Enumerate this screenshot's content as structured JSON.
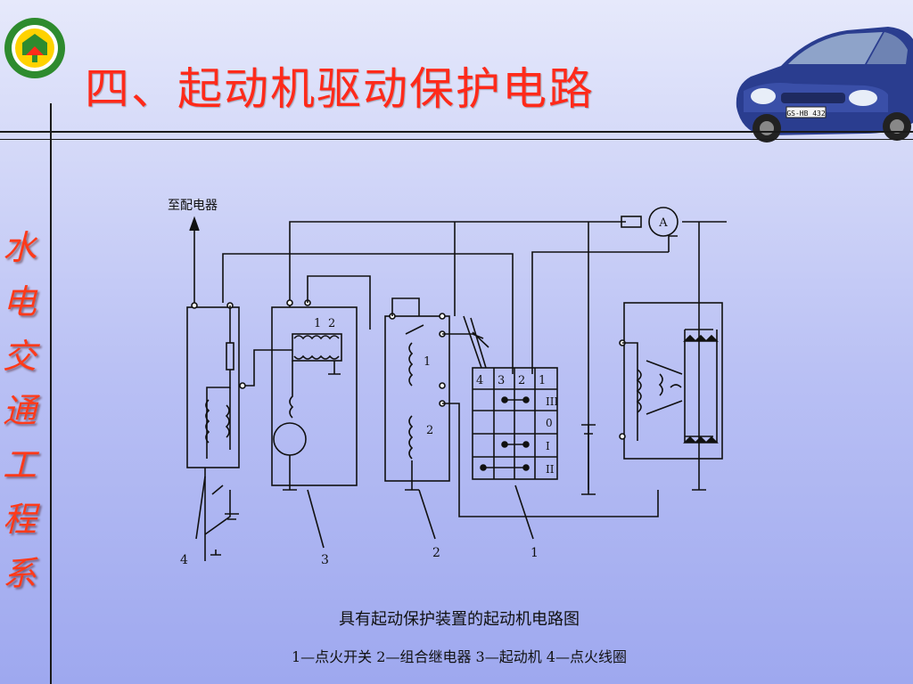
{
  "title": "四、起动机驱动保护电路",
  "side_label": [
    "水",
    "电",
    "交",
    "通",
    "工",
    "程",
    "系"
  ],
  "diagram": {
    "top_label": "至配电器",
    "ammeter_label": "A",
    "relay_labels": [
      "1",
      "2"
    ],
    "relay_coil_labels": [
      "1",
      "2"
    ],
    "switch_columns": [
      "4",
      "3",
      "2",
      "1"
    ],
    "switch_rows": [
      "III",
      "0",
      "I",
      "II"
    ],
    "component_numbers": [
      "4",
      "3",
      "2",
      "1"
    ]
  },
  "caption": {
    "title": "具有起动保护装置的起动机电路图",
    "legend": "1—点火开关 2—组合继电器 3—起动机 4—点火线圈"
  },
  "colors": {
    "title": "#ff2a1a",
    "side_text": "#ff3a1a",
    "background_top": "#e6e9fb",
    "background_bottom": "#9ea8ef",
    "logo_green": "#2e8b2e",
    "logo_yellow": "#ffd200",
    "car_blue": "#2a3d8f"
  },
  "icons": {
    "logo": "school-emblem-icon",
    "car": "car-icon"
  }
}
